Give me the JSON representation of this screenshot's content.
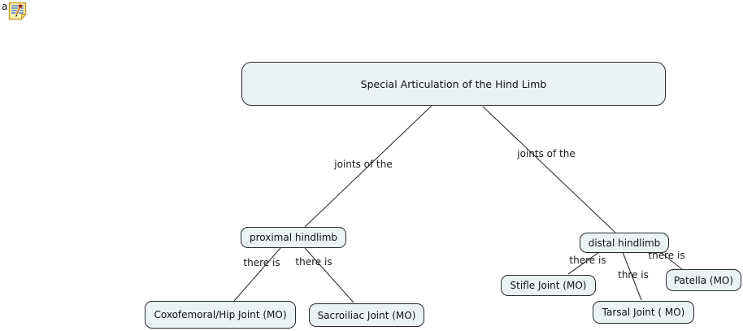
{
  "annotation": {
    "letter": "a",
    "icon": "note-pencil-icon"
  },
  "nodes": {
    "root": "Special Articulation of the Hind Limb",
    "proximal": "proximal hindlimb",
    "distal": "distal hindlimb",
    "coxofemoral": "Coxofemoral/Hip Joint (MO)",
    "sacroiliac": "Sacroiliac Joint (MO)",
    "stifle": "Stifle Joint (MO)",
    "tarsal": "Tarsal Joint ( MO)",
    "patella": "Patella (MO)"
  },
  "labels": {
    "joints_left": "joints of the",
    "joints_right": "joints of the",
    "there_is_proximal_left": "there is",
    "there_is_proximal_right": "there is",
    "there_is_distal_left": "there is",
    "thre_is_distal_middle": "thre is",
    "there_is_distal_right": "there is"
  },
  "colors": {
    "node_fill": "#ebf2f4",
    "node_border": "#2a2a2a",
    "connector_line": "#333333",
    "text": "#111111",
    "background": "#ffffff",
    "note_icon_fill": "#fdf3a9",
    "note_icon_border": "#c89b2a"
  }
}
